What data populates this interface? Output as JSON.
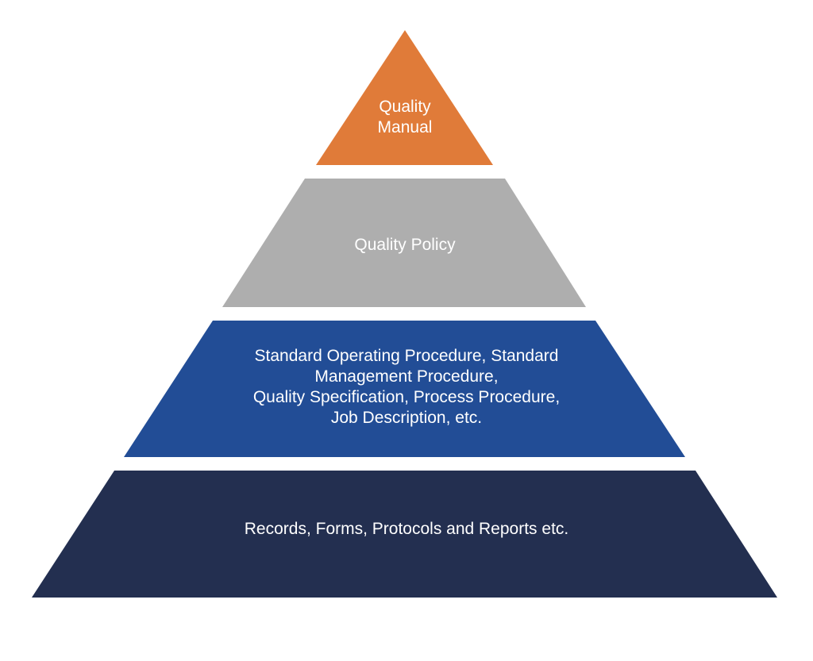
{
  "diagram": {
    "tiers": [
      {
        "id": "quality-manual",
        "color": "#E07B39",
        "lines": [
          "Quality",
          "Manual"
        ]
      },
      {
        "id": "quality-policy",
        "color": "#AEAEAE",
        "lines": [
          "Quality Policy"
        ]
      },
      {
        "id": "procedures",
        "color": "#224D96",
        "lines": [
          "Standard Operating Procedure, Standard",
          "Management Procedure,",
          "Quality Specification, Process Procedure,",
          "Job Description, etc."
        ]
      },
      {
        "id": "records",
        "color": "#232F50",
        "lines": [
          "Records, Forms, Protocols and Reports etc."
        ]
      }
    ]
  }
}
